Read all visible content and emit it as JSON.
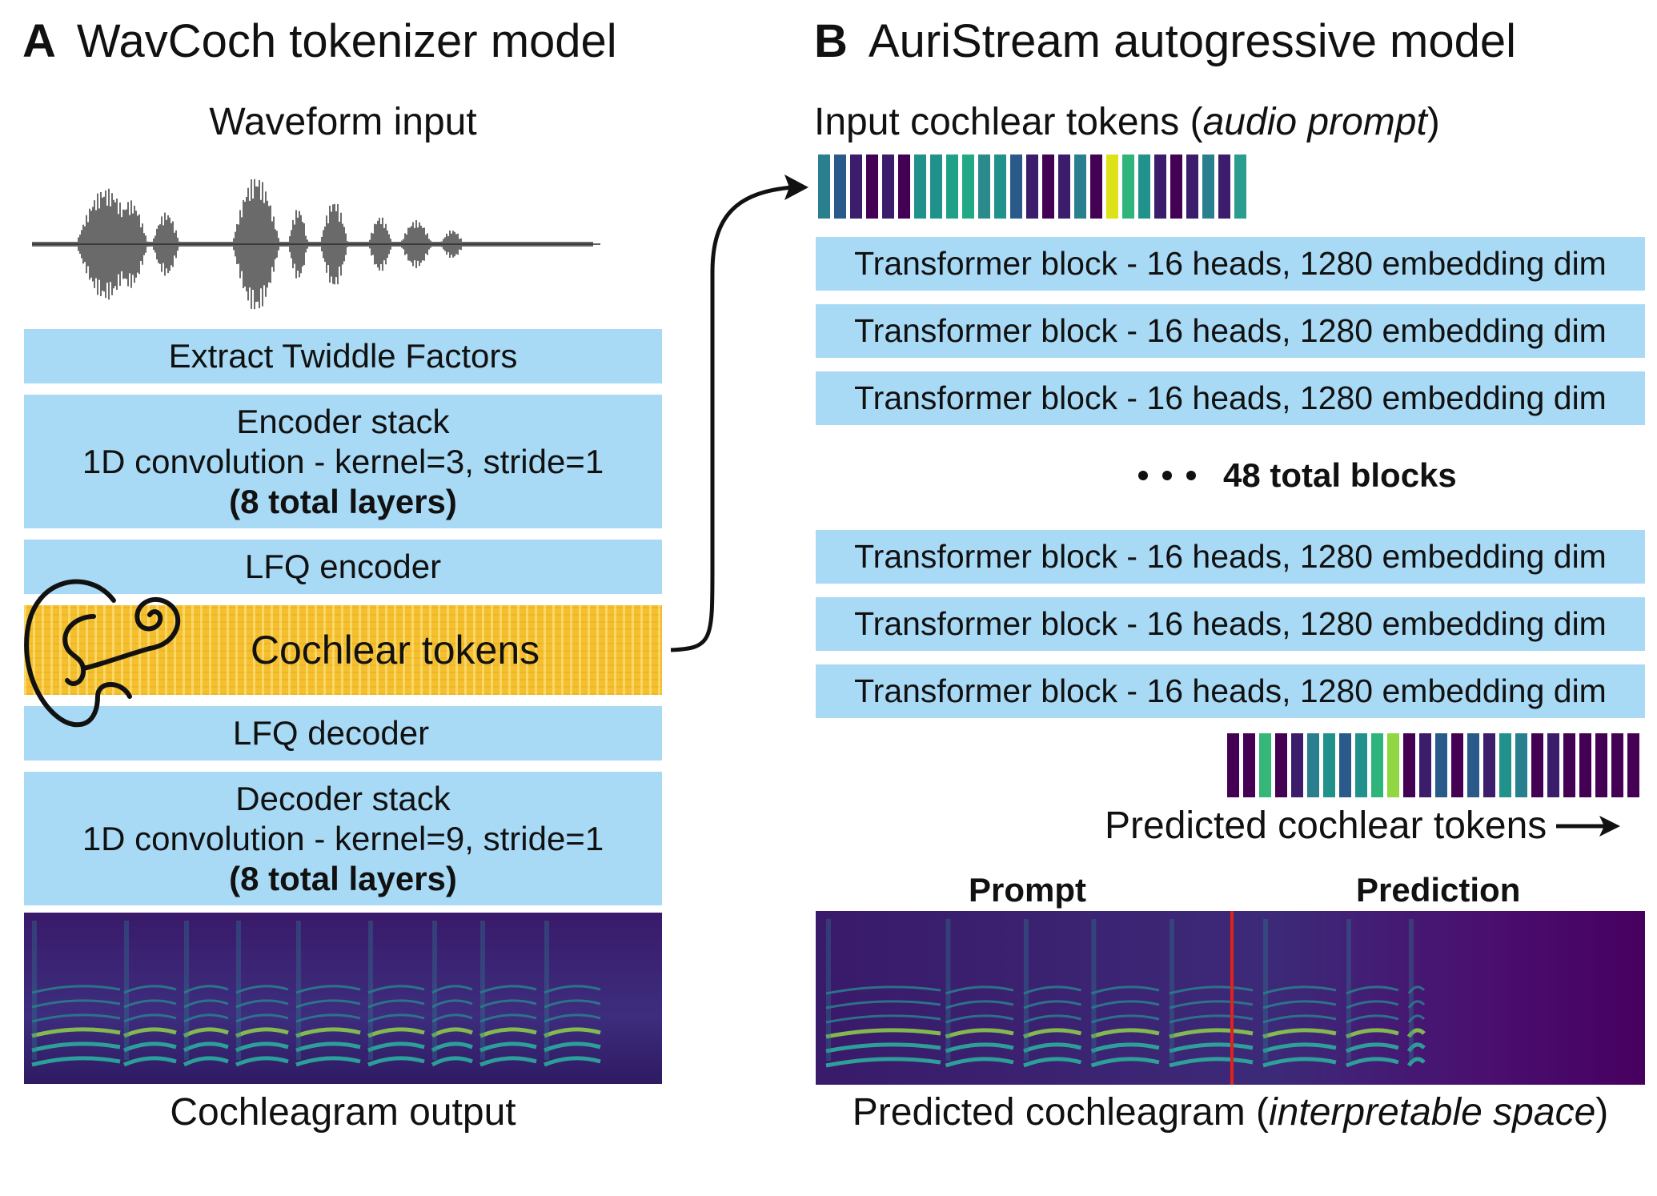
{
  "panel_a": {
    "letter": "A",
    "title": "WavCoch tokenizer model",
    "waveform_label": "Waveform input",
    "extract_label": "Extract Twiddle Factors",
    "encoder": {
      "line1": "Encoder stack",
      "line2": "1D convolution - kernel=3, stride=1",
      "line3": "(8 total layers)"
    },
    "lfq_encoder": "LFQ encoder",
    "cochlear_tokens": "Cochlear tokens",
    "lfq_decoder": "LFQ decoder",
    "decoder": {
      "line1": "Decoder stack",
      "line2": "1D convolution - kernel=9, stride=1",
      "line3": "(8 total layers)"
    },
    "output_label": "Cochleagram output"
  },
  "panel_b": {
    "letter": "B",
    "title": "AuriStream autogressive model",
    "input_label_prefix": "Input cochlear tokens (",
    "input_label_italic": "audio prompt",
    "input_label_suffix": ")",
    "block_label": "Transformer block - 16 heads, 1280 embedding dim",
    "total_blocks": "48 total blocks",
    "predicted_tokens_label": "Predicted cochlear tokens",
    "prompt_label": "Prompt",
    "prediction_label": "Prediction",
    "cochleagram_prefix": "Predicted cochleagram (",
    "cochleagram_italic": "interpretable space",
    "cochleagram_suffix": ")"
  },
  "colors": {
    "box_fill": "#a8daf6",
    "token_band": "#f4c02f",
    "spectrogram_bg": "#3b1b6b",
    "divider": "#e0241b"
  },
  "input_token_colors": [
    "#2a7f8e",
    "#2a5a8a",
    "#3b1d6b",
    "#440154",
    "#3b1d6b",
    "#440154",
    "#21918c",
    "#21918c",
    "#1fa187",
    "#22a884",
    "#2a8a8c",
    "#21918c",
    "#2a5a8a",
    "#3b1d6b",
    "#440154",
    "#3b1d6b",
    "#2a7f8e",
    "#440154",
    "#dde318",
    "#2fb47c",
    "#21918c",
    "#3b1d6b",
    "#440154",
    "#3b1d6b",
    "#2a7f8e",
    "#3b1d6b",
    "#2a9d8f"
  ],
  "predicted_token_colors": [
    "#440154",
    "#440154",
    "#35b779",
    "#440154",
    "#3b1d6b",
    "#2a7f8e",
    "#21918c",
    "#2a5a8a",
    "#21918c",
    "#2fb47c",
    "#90d743",
    "#440154",
    "#3b1d6b",
    "#2a5a8a",
    "#440154",
    "#2a5a8a",
    "#3b1d6b",
    "#21918c",
    "#2a7f8e",
    "#440154",
    "#3b1d6b",
    "#440154",
    "#440154",
    "#440154",
    "#440154",
    "#440154"
  ]
}
